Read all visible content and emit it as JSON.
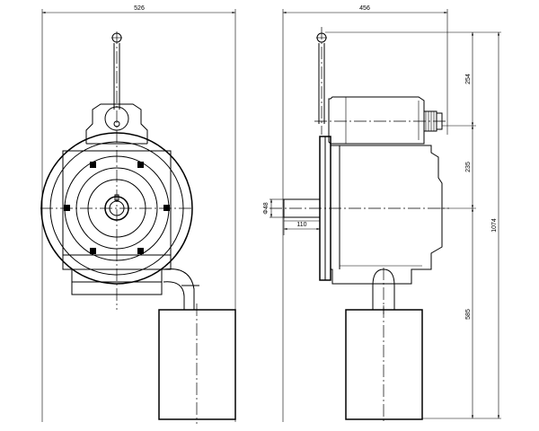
{
  "drawing": {
    "dims": {
      "front_width": "526",
      "side_width": "456",
      "side_height_top": "254",
      "side_height_mid": "235",
      "side_height_bottom": "585",
      "side_height_total": "1074",
      "shaft_diameter": "Φ48",
      "shaft_length": "110"
    }
  }
}
